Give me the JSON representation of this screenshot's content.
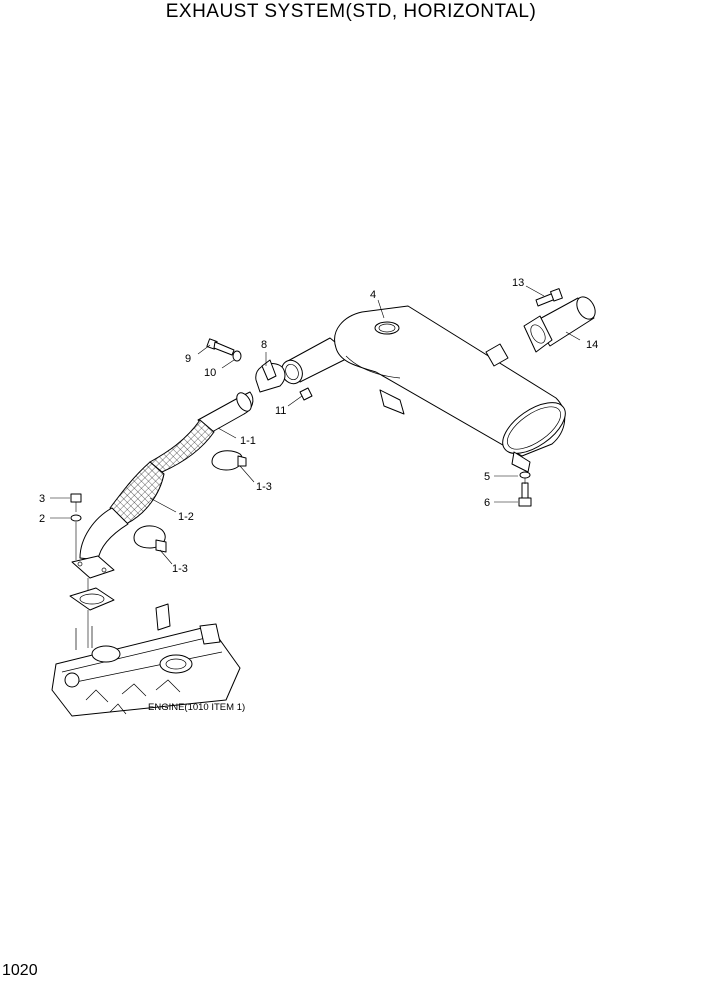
{
  "title": "EXHAUST SYSTEM(STD, HORIZONTAL)",
  "page_number": "1020",
  "engine_label": "ENGINE(1010 ITEM 1)",
  "callouts": {
    "p1_1": "1-1",
    "p1_2": "1-2",
    "p1_3a": "1-3",
    "p1_3b": "1-3",
    "p2": "2",
    "p3": "3",
    "p4": "4",
    "p5": "5",
    "p6": "6",
    "p8": "8",
    "p9": "9",
    "p10": "10",
    "p11": "11",
    "p13": "13",
    "p14": "14"
  }
}
